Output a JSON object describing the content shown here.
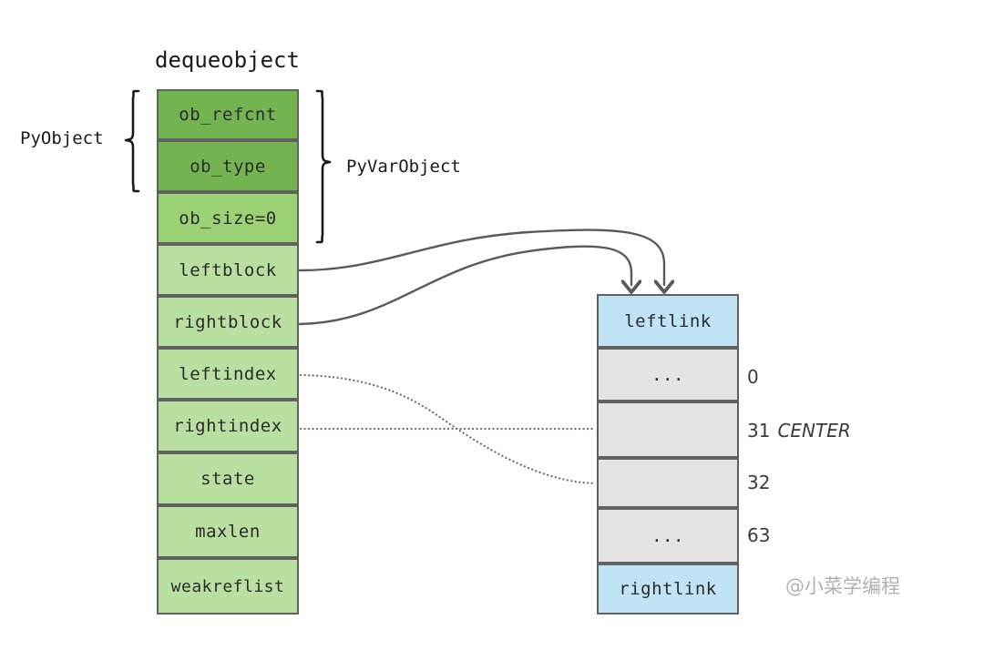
{
  "diagram": {
    "title": "dequeobject",
    "watermark": "@小菜学编程",
    "colors": {
      "dark_green": "#73b451",
      "mid_green": "#9bd175",
      "light_green": "#b9dfa0",
      "blue": "#bfe2f5",
      "gray": "#e3e3e3",
      "border": "#616161",
      "line": "#5a5a5a"
    },
    "braces": [
      {
        "label": "PyObject"
      },
      {
        "label": "PyVarObject"
      }
    ],
    "struct": {
      "name": "dequeobject",
      "fields": [
        {
          "label": "ob_refcnt",
          "shade": "dark_green"
        },
        {
          "label": "ob_type",
          "shade": "dark_green"
        },
        {
          "label": "ob_size=0",
          "shade": "mid_green"
        },
        {
          "label": "leftblock",
          "shade": "light_green"
        },
        {
          "label": "rightblock",
          "shade": "light_green"
        },
        {
          "label": "leftindex",
          "shade": "light_green"
        },
        {
          "label": "rightindex",
          "shade": "light_green"
        },
        {
          "label": "state",
          "shade": "light_green"
        },
        {
          "label": "maxlen",
          "shade": "light_green"
        },
        {
          "label": "weakreflist",
          "shade": "light_green"
        }
      ]
    },
    "block": {
      "cells": [
        {
          "label": "leftlink",
          "shade": "blue",
          "index": ""
        },
        {
          "label": "...",
          "shade": "gray",
          "index": "0"
        },
        {
          "label": "",
          "shade": "gray",
          "index": "31",
          "tag": "CENTER"
        },
        {
          "label": "",
          "shade": "gray",
          "index": "32"
        },
        {
          "label": "...",
          "shade": "gray",
          "index": "63"
        },
        {
          "label": "rightlink",
          "shade": "blue",
          "index": ""
        }
      ]
    },
    "connections": [
      {
        "from": "leftblock",
        "to": "block-top-right",
        "style": "solid-arrow"
      },
      {
        "from": "rightblock",
        "to": "block-top-left",
        "style": "solid-arrow"
      },
      {
        "from": "leftindex",
        "to": "cell-32",
        "style": "dotted"
      },
      {
        "from": "rightindex",
        "to": "cell-31",
        "style": "dotted"
      }
    ]
  }
}
